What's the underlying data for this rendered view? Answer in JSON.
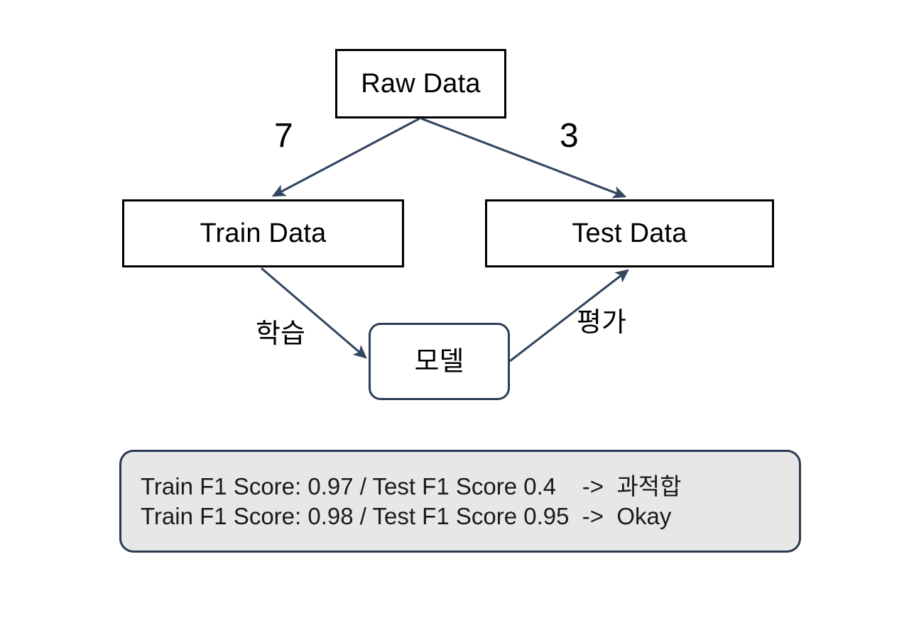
{
  "diagram": {
    "title": "Train/Test split and model evaluation flow",
    "colors": {
      "box_border": "#000000",
      "rounded_border": "#2C3E55",
      "arrow": "#32465F",
      "panel_fill": "#E7E7E7",
      "panel_border": "#2B3A50",
      "background": "#FFFFFF"
    },
    "nodes": [
      {
        "id": "raw-data",
        "label": "Raw Data",
        "shape": "rectangle"
      },
      {
        "id": "train-data",
        "label": "Train Data",
        "shape": "rectangle"
      },
      {
        "id": "test-data",
        "label": "Test Data",
        "shape": "rectangle"
      },
      {
        "id": "model",
        "label": "모델",
        "shape": "rounded-rectangle"
      }
    ],
    "edges": [
      {
        "id": "raw-to-train",
        "from": "raw-data",
        "to": "train-data",
        "label": "7"
      },
      {
        "id": "raw-to-test",
        "from": "raw-data",
        "to": "test-data",
        "label": "3"
      },
      {
        "id": "train-to-model",
        "from": "train-data",
        "to": "model",
        "label": "학습"
      },
      {
        "id": "model-to-test",
        "from": "model",
        "to": "test-data",
        "label": "평가"
      }
    ]
  },
  "summary": {
    "lines": [
      "Train F1 Score: 0.97 / Test F1 Score 0.4    ->  과적합",
      "Train F1 Score: 0.98 / Test F1 Score 0.95  ->  Okay"
    ]
  }
}
